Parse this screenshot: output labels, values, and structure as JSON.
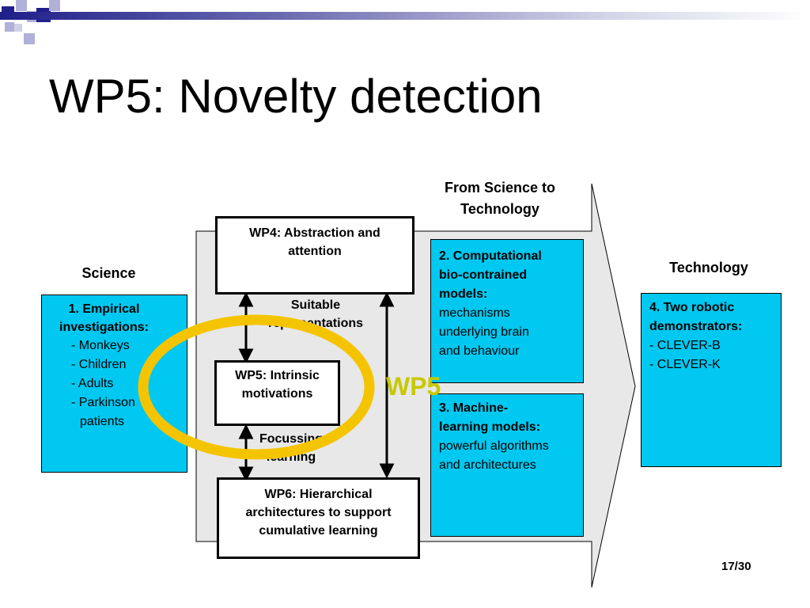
{
  "slide": {
    "title": "WP5: Novelty detection",
    "page_number": "17/30"
  },
  "diagram": {
    "from_science_to_technology": [
      "From Science to",
      "Technology"
    ],
    "science_label": "Science",
    "technology_label": "Technology",
    "empirical_box": {
      "heading": [
        "1. Empirical",
        "investigations:"
      ],
      "items": [
        "- Monkeys",
        "- Children",
        "- Adults",
        "- Parkinson",
        "patients"
      ]
    },
    "wp4_box": [
      "WP4: Abstraction and",
      "attention"
    ],
    "wp5_box": [
      "WP5: Intrinsic",
      "motivations"
    ],
    "wp6_box": [
      "WP6: Hierarchical",
      "architectures to support",
      "cumulative learning"
    ],
    "suitable_label": [
      "Suitable",
      "representations"
    ],
    "focussing_label": [
      "Focussing",
      "learning"
    ],
    "computational_box": {
      "heading": [
        "2. Computational",
        "bio-contrained",
        "models:"
      ],
      "body": [
        "mechanisms",
        "underlying brain",
        "and behaviour"
      ]
    },
    "machine_learning_box": {
      "heading": [
        "3. Machine-",
        "learning models:"
      ],
      "body": [
        "powerful algorithms",
        "and architectures"
      ]
    },
    "robotic_box": {
      "heading": [
        "4. Two robotic",
        "demonstrators:"
      ],
      "items": [
        "- CLEVER-B",
        "- CLEVER-K"
      ]
    },
    "wp5_highlight": "WP5",
    "colors": {
      "cyan_box": "#00c8f0",
      "highlight_ring": "#f5c400",
      "highlight_text": "#c8c800",
      "arrow_fill": "#e8e8e8",
      "title_bar": "#1f1f8a"
    }
  }
}
